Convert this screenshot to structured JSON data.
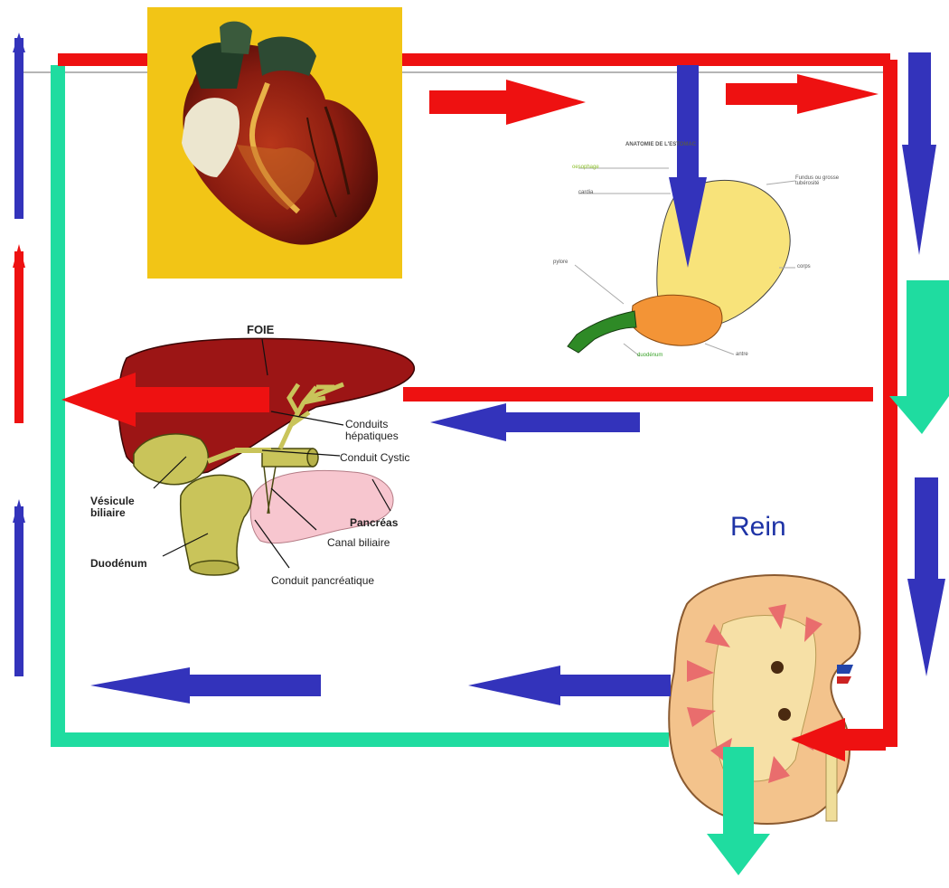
{
  "colors": {
    "artery": "#ee1111",
    "vein": "#3333bb",
    "return_line": "#1fdca0",
    "heart_bg": "#f2c516",
    "liver": "#9c1515",
    "gall": "#c9c45a",
    "pancreas": "#f7c6cf",
    "stomach": "#f8e37a",
    "kidney": "#f3c38c"
  },
  "liver_diagram": {
    "title": "FOIE",
    "conduits_hepatiques": "Conduits\nhépatiques",
    "conduit_cystic": "Conduit Cystic",
    "vesicule_biliaire": "Vésicule\nbiliaire",
    "pancreas": "Pancréas",
    "canal_biliaire": "Canal biliaire",
    "duodenum": "Duodénum",
    "conduit_pancreatique": "Conduit pancréatique"
  },
  "stomach_diagram": {
    "title": "ANATOMIE DE L'ESTOMAC",
    "labels": [
      "oesophage",
      "cardia",
      "Fundus ou grosse tubérosité",
      "corps",
      "pylore",
      "duodénum",
      "antre"
    ]
  },
  "kidney_label": "Rein",
  "icons": [
    "heart-icon",
    "stomach-icon",
    "liver-icon",
    "kidney-icon"
  ]
}
